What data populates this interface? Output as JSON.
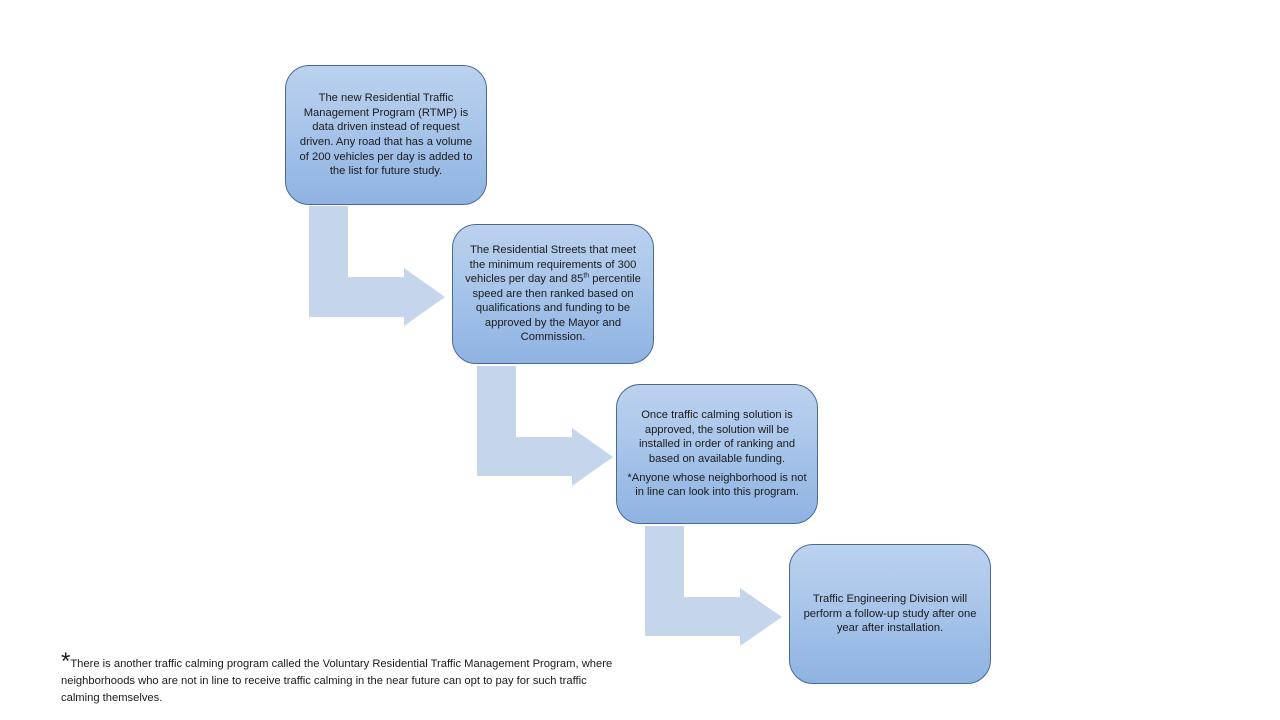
{
  "steps": [
    {
      "text": "The new Residential Traffic Management Program (RTMP) is data driven instead of request driven. Any road that has a volume of 200 vehicles per day is added to the list for future study."
    },
    {
      "text_before_sup": "The Residential Streets that meet the minimum requirements of 300 vehicles per day and 85",
      "sup": "th",
      "text_after_sup": " percentile speed are then ranked based on qualifications and funding to be approved by the Mayor and Commission."
    },
    {
      "text": "Once traffic calming solution is approved, the solution will be installed in order of ranking and based on available funding.",
      "note": "*Anyone whose neighborhood is not in line can look into this program."
    },
    {
      "text": "Traffic Engineering Division will perform a follow-up study after one year after installation."
    }
  ],
  "footnote": {
    "asterisk": "*",
    "text": "There is another traffic calming program called the Voluntary Residential Traffic Management Program, where neighborhoods who are not in line to receive traffic calming in the near future can opt to pay for such traffic calming themselves."
  },
  "colors": {
    "box_fill": "#a8c5ea",
    "box_border": "#4a6a94",
    "arrow": "#c5d6ec"
  }
}
